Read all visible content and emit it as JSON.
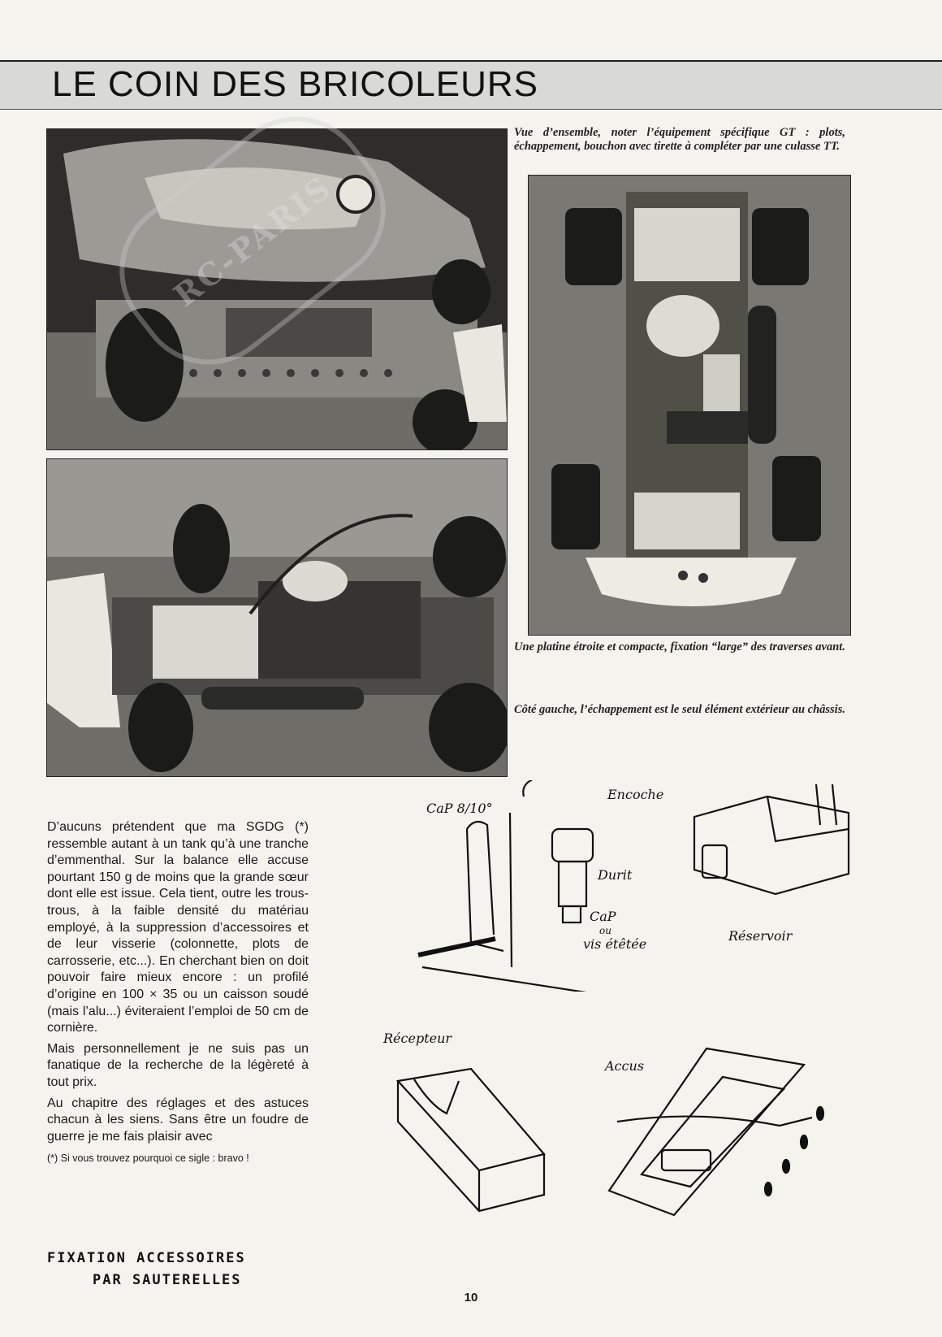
{
  "header": {
    "title": "LE COIN DES BRICOLEURS"
  },
  "captions": {
    "overview": "Vue d’ensemble, noter l’équipement spécifique GT : plots, échappement, bouchon avec tirette à compléter par une culasse TT.",
    "platine": "Une platine étroite et compacte, fixation “large” des traverses avant.",
    "left_side": "Côté gauche, l’échappement est le seul élément extérieur au châssis."
  },
  "body": {
    "paragraphs": [
      "D’aucuns prétendent que ma SGDG (*) ressemble autant à un tank qu’à une tranche d’emmenthal. Sur la balance elle accuse pourtant 150 g de moins que la grande sœur dont elle est issue. Cela tient, outre les trous-trous, à la faible densité du matériau employé, à la suppression d’accessoires et de leur visserie (colonnette, plots de carrosserie, etc...). En cherchant bien on doit pouvoir faire mieux encore : un profilé d’origine en 100 × 35 ou un caisson soudé (mais l’alu...) éviteraient l’emploi de 50 cm de cornière.",
      "Mais personnellement je ne suis pas un fanatique de la recherche de la légèreté à tout prix.",
      "Au chapitre des réglages et des astuces chacun à les siens. Sans être un foudre de guerre je me fais plaisir avec"
    ],
    "footnote": "(*) Si vous trouvez pourquoi ce sigle : bravo !"
  },
  "sketch": {
    "title_line1": "FIXATION  ACCESSOIRES",
    "title_line2": "PAR  SAUTERELLES",
    "labels": {
      "cap": "CaP 8/10°",
      "encoche": "Encoche",
      "durit": "Durit",
      "cap2": "CaP",
      "ou": "ou",
      "vis": "vis étêtée",
      "reservoir": "Réservoir",
      "recepteur": "Récepteur",
      "accus": "Accus"
    }
  },
  "watermark": "RC-PARIS",
  "page_number": "10"
}
